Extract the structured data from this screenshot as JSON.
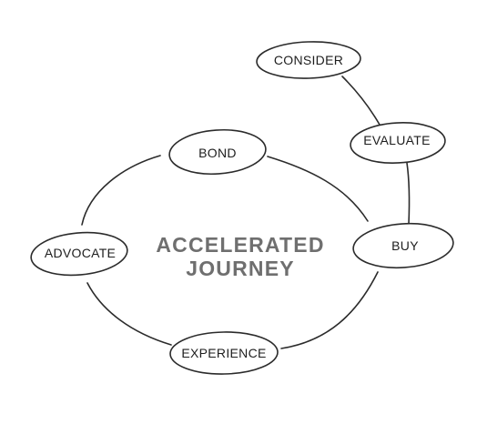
{
  "diagram": {
    "title_line1": "ACCELERATED",
    "title_line2": "JOURNEY",
    "nodes": {
      "consider": "CONSIDER",
      "evaluate": "EVALUATE",
      "buy": "BUY",
      "bond": "BOND",
      "advocate": "ADVOCATE",
      "experience": "EXPERIENCE"
    },
    "colors": {
      "ink": "#2b2b2b",
      "title": "#6f6f6f",
      "background": "#ffffff"
    }
  }
}
